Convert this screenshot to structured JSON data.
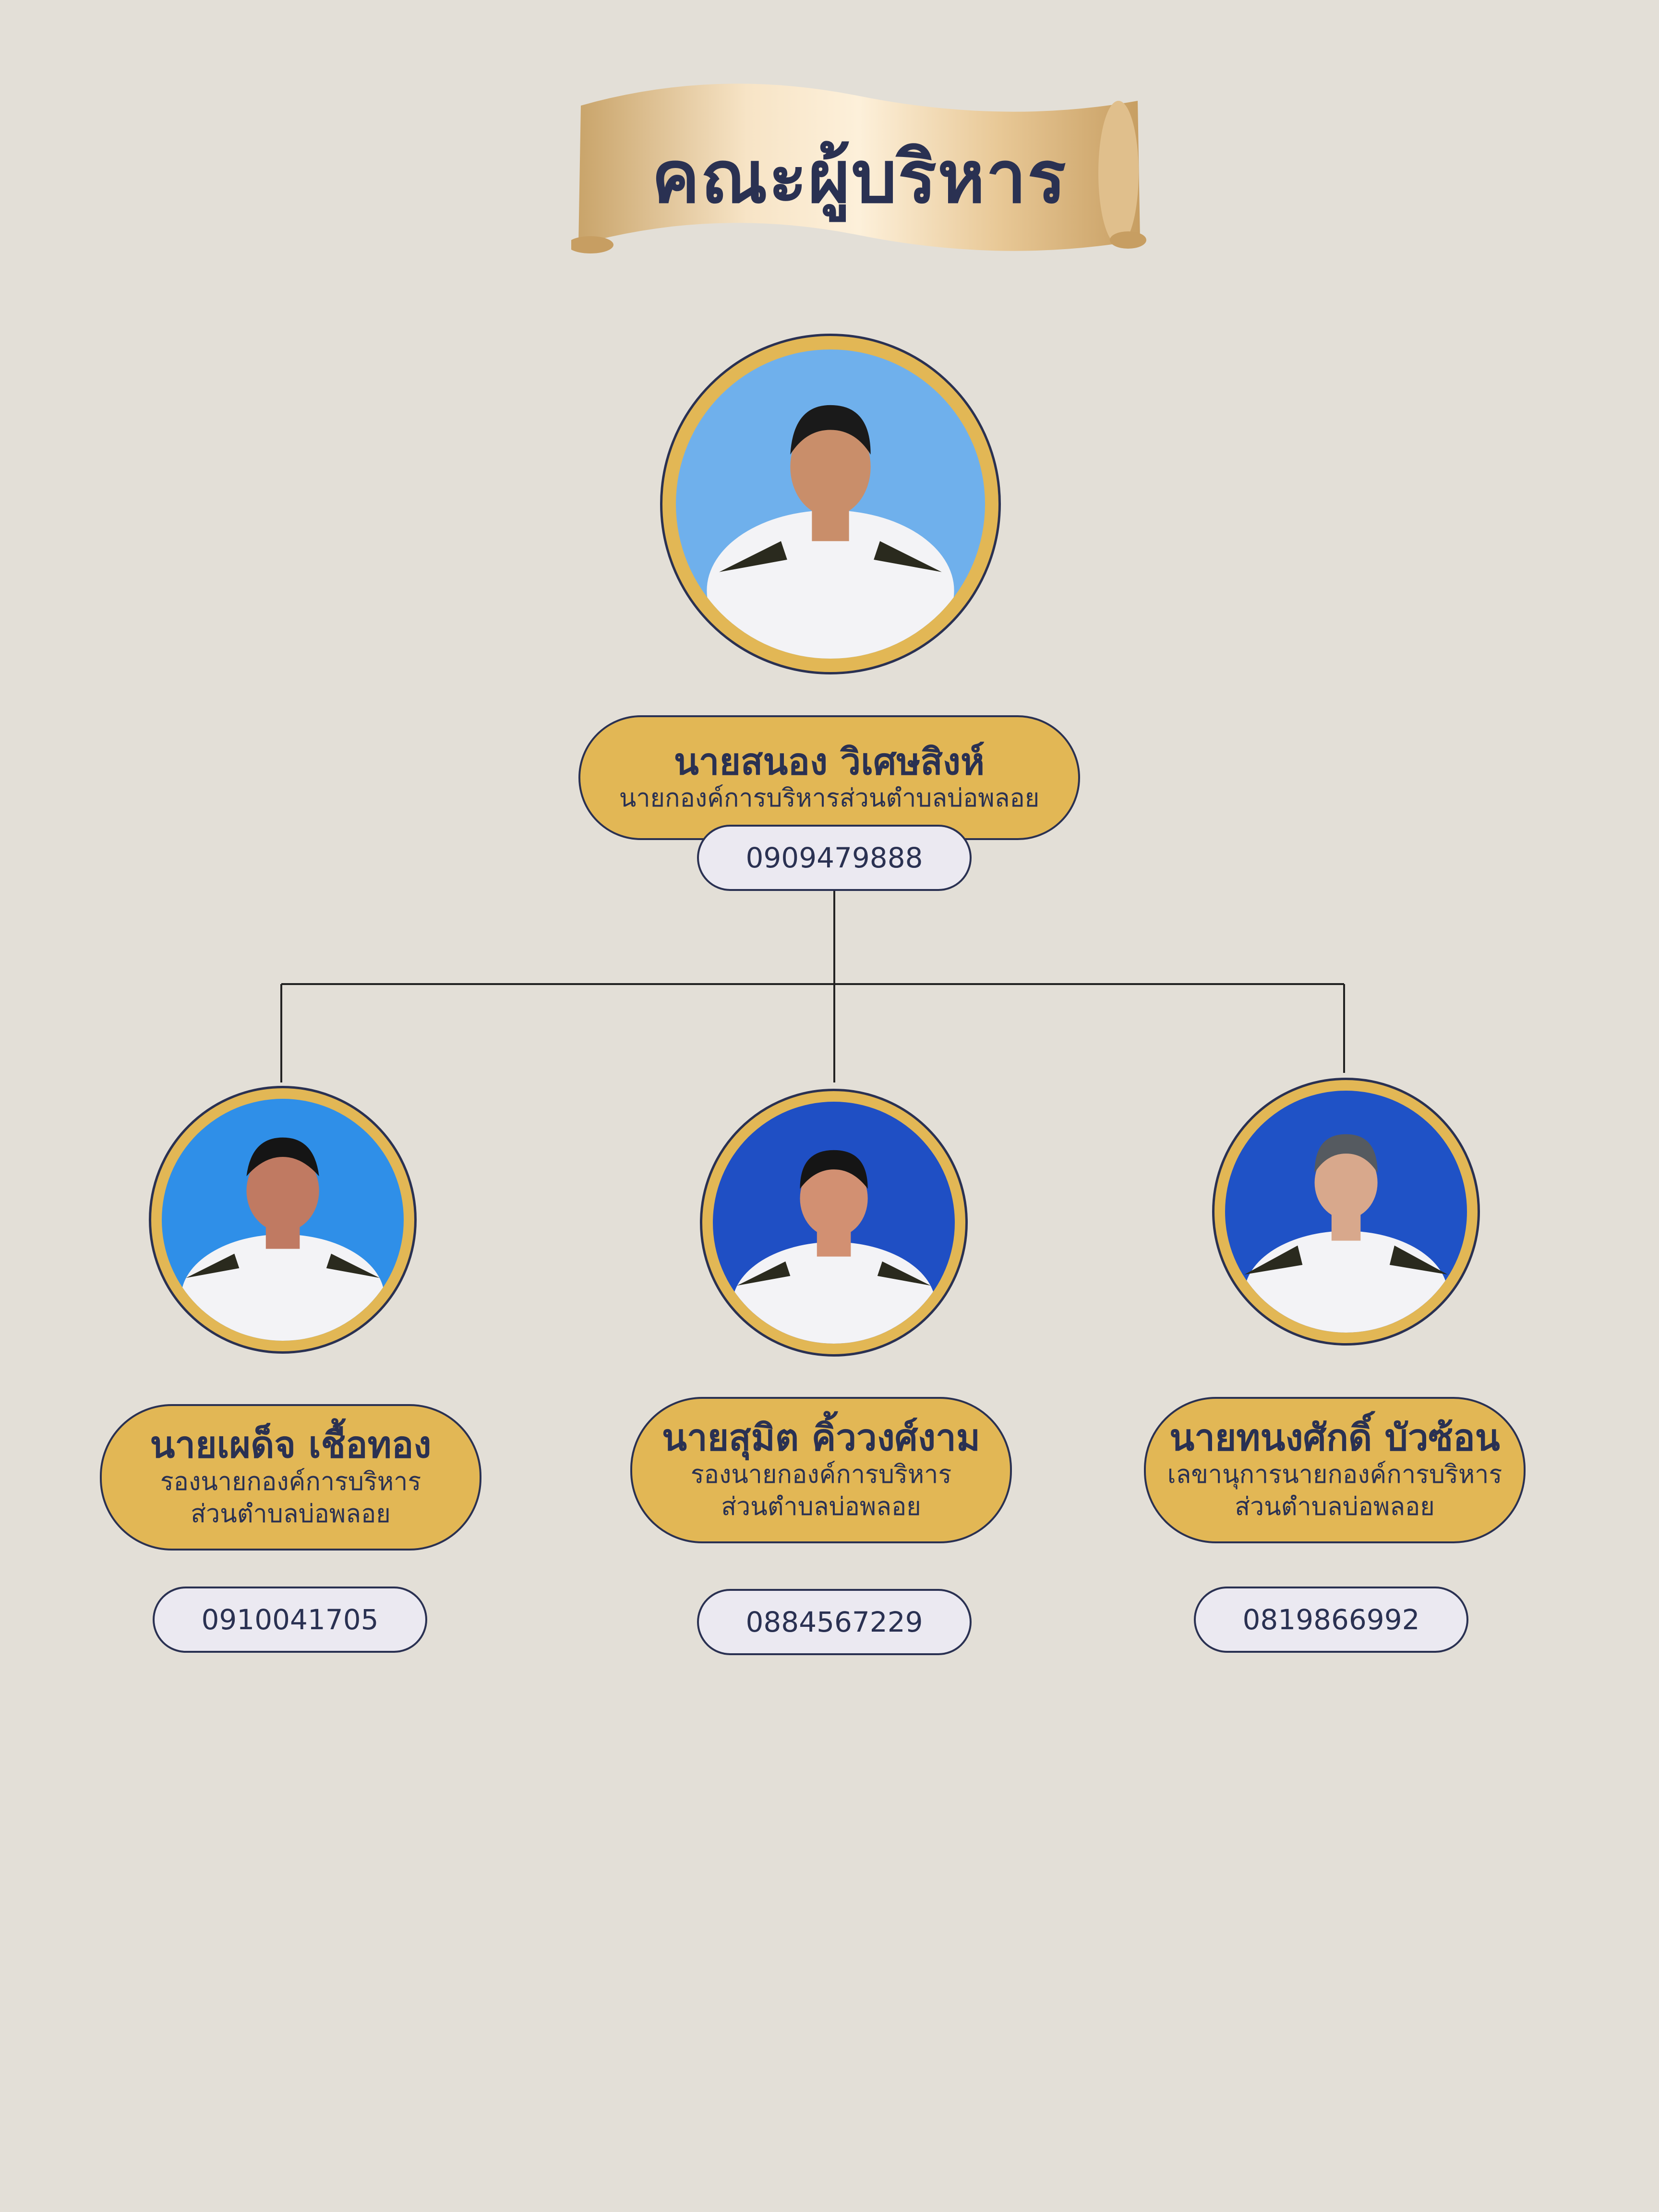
{
  "header": {
    "title": "คณะผู้บริหาร"
  },
  "colors": {
    "background": "#e3dfd7",
    "gold": "#e2b755",
    "navy": "#2a3152",
    "phone_bg": "#ebe9f1"
  },
  "leader": {
    "name": "นายสนอง วิเศษสิงห์",
    "role": "นายกองค์การบริหารส่วนตำบลบ่อพลอย",
    "phone": "0909479888"
  },
  "members": [
    {
      "name": "นายเผด็จ เชื้อทอง",
      "role_line1": "รองนายกองค์การบริหาร",
      "role_line2": "ส่วนตำบลบ่อพลอย",
      "phone": "0910041705"
    },
    {
      "name": "นายสุมิต คิ้ววงศ์งาม",
      "role_line1": "รองนายกองค์การบริหาร",
      "role_line2": "ส่วนตำบลบ่อพลอย",
      "phone": "0884567229"
    },
    {
      "name": "นายทนงศักดิ์ บัวซ้อน",
      "role_line1": "เลขานุการนายกองค์การบริหาร",
      "role_line2": "ส่วนตำบลบ่อพลอย",
      "phone": "0819866992"
    }
  ]
}
